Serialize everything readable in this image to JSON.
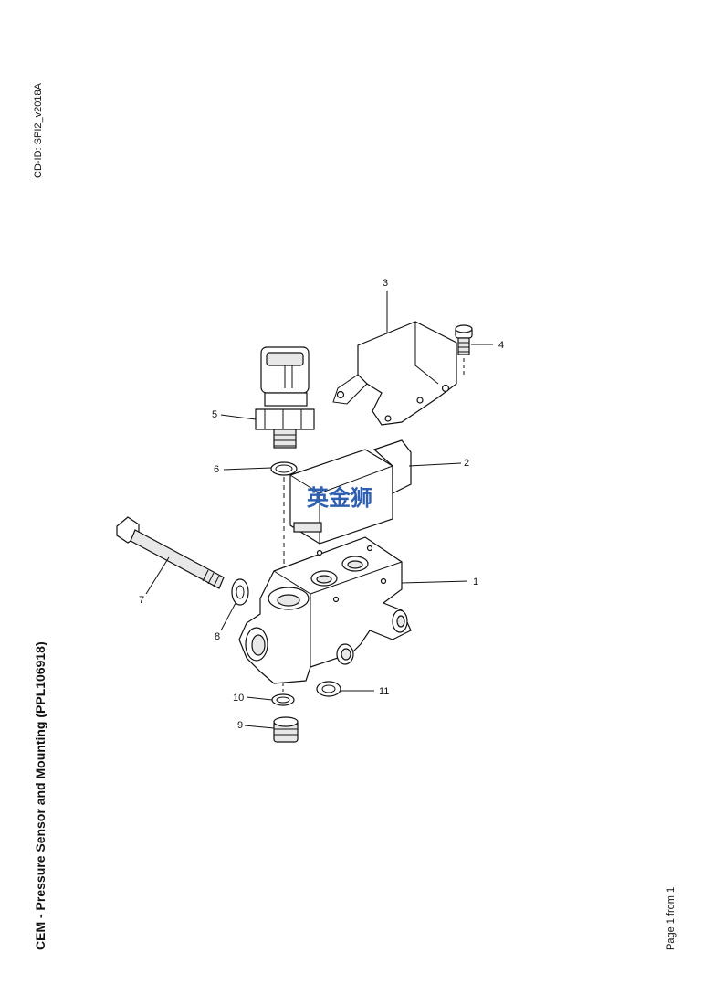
{
  "header": {
    "cd_id": "CD-ID: SPI2_v2018A"
  },
  "title": "CEM - Pressure Sensor and Mounting (PPL106918)",
  "footer": {
    "page": "Page 1 from 1"
  },
  "watermark": "英金狮",
  "callouts": [
    "1",
    "2",
    "3",
    "4",
    "5",
    "6",
    "7",
    "8",
    "9",
    "10",
    "11"
  ]
}
